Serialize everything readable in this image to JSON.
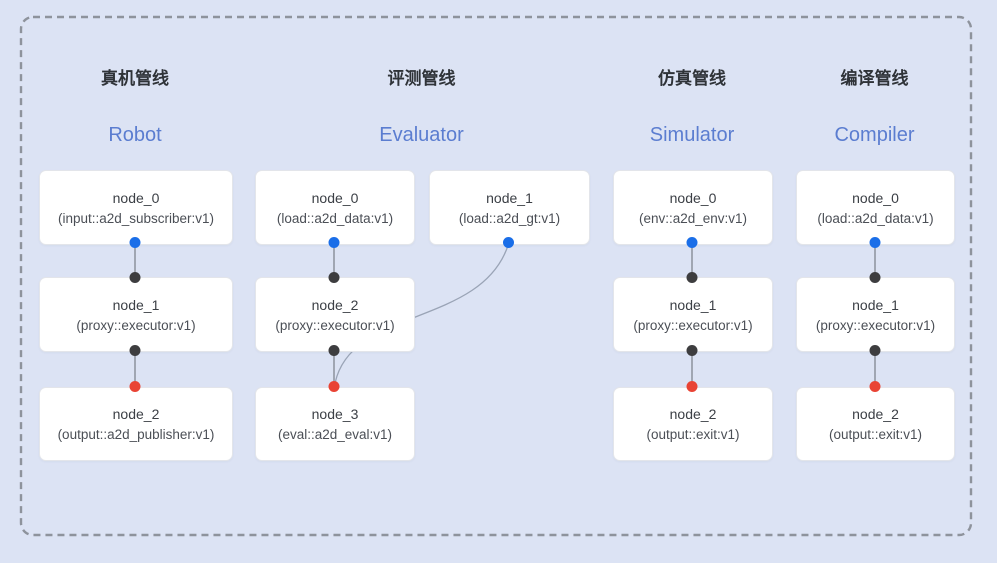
{
  "colors": {
    "background": "#dce3f4",
    "frame_border": "#8e939c",
    "node_bg": "#ffffff",
    "node_border": "#e3e5ea",
    "node_title_text": "#3b3f45",
    "node_subtitle_text": "#4b4f56",
    "cn_title_text": "#2f3338",
    "en_title_blue": "#5b7dd0",
    "dot_blue": "#1a6ee8",
    "dot_black": "#3d3d3f",
    "dot_red": "#e94334",
    "edge_line": "#80858e",
    "edge_curve": "#9aa4b6"
  },
  "pipelines": [
    {
      "title_cn": "真机管线",
      "title_en": "Robot",
      "nodes": [
        {
          "title": "node_0",
          "subtitle": "(input::a2d_subscriber:v1)"
        },
        {
          "title": "node_1",
          "subtitle": "(proxy::executor:v1)"
        },
        {
          "title": "node_2",
          "subtitle": "(output::a2d_publisher:v1)"
        }
      ]
    },
    {
      "title_cn": "评测管线",
      "title_en": "Evaluator",
      "nodes": [
        {
          "title": "node_0",
          "subtitle": "(load::a2d_data:v1)"
        },
        {
          "title": "node_2",
          "subtitle": "(proxy::executor:v1)"
        },
        {
          "title": "node_3",
          "subtitle": "(eval::a2d_eval:v1)"
        },
        {
          "title": "node_1",
          "subtitle": "(load::a2d_gt:v1)"
        }
      ]
    },
    {
      "title_cn": "仿真管线",
      "title_en": "Simulator",
      "nodes": [
        {
          "title": "node_0",
          "subtitle": "(env::a2d_env:v1)"
        },
        {
          "title": "node_1",
          "subtitle": "(proxy::executor:v1)"
        },
        {
          "title": "node_2",
          "subtitle": "(output::exit:v1)"
        }
      ]
    },
    {
      "title_cn": "编译管线",
      "title_en": "Compiler",
      "nodes": [
        {
          "title": "node_0",
          "subtitle": "(load::a2d_data:v1)"
        },
        {
          "title": "node_1",
          "subtitle": "(proxy::executor:v1)"
        },
        {
          "title": "node_2",
          "subtitle": "(output::exit:v1)"
        }
      ]
    }
  ]
}
